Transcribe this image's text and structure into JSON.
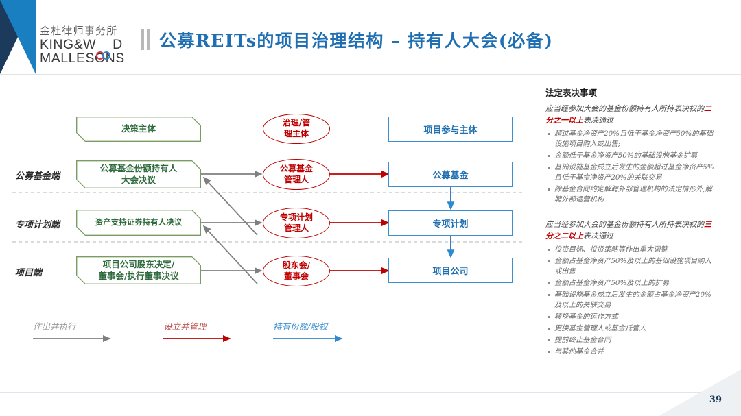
{
  "brand": {
    "cn_name": "金杜律师事务所",
    "en_line1_a": "KING&W",
    "en_line1_b": "D",
    "en_line2": "MALLESONS"
  },
  "header": {
    "title": "公募REITs的项目治理结构 – 持有人大会(必备)",
    "title_color": "#1f6fb2"
  },
  "diagram": {
    "column_headers": {
      "decision": "决策主体",
      "governance": "治理/管\n理主体",
      "participant": "项目参与主体"
    },
    "row_labels": [
      "公募基金端",
      "专项计划端",
      "项目端"
    ],
    "green_boxes": [
      "公募基金份额持有人\n大会决议",
      "资产支持证券持有人决议",
      "项目公司股东决定/\n董事会/执行董事决议"
    ],
    "ellipses": [
      "公募基金\n管理人",
      "专项计划\n管理人",
      "股东会/\n董事会"
    ],
    "blue_boxes": [
      "公募基金",
      "专项计划",
      "项目公司"
    ],
    "legend": [
      {
        "label": "作出并执行",
        "color": "#7f7f7f"
      },
      {
        "label": "设立并管理",
        "color": "#c00000"
      },
      {
        "label": "持有份额/股权",
        "color": "#2e8ad0"
      }
    ]
  },
  "panel": {
    "heading": "法定表决事项",
    "section1": {
      "lead_pre": "应当经参加大会的基金份额持有人所持表决权的",
      "lead_hl": "二分之一以上",
      "lead_post": "表决通过",
      "items": [
        "超过基金净资产20%且低于基金净资产50%的基础设施项目购入或出售;",
        "金额低于基金净资产50%的基础设施基金扩募",
        "基础设施基金成立后发生的金额超过基金净资产5% 且低于基金净资产20%的关联交易",
        "除基金合同约定解聘外部管理机构的法定情形外,解聘外部运营机构"
      ]
    },
    "section2": {
      "lead_pre": "应当经参加大会的基金份额持有人所持表决权的",
      "lead_hl": "三分之二以上",
      "lead_post": "表决通过",
      "items": [
        "投资目标、投资策略等作出重大调整",
        "金额占基金净资产50%及以上的基础设施项目购入或出售",
        "金额占基金净资产50%及以上的扩募",
        "基础设施基金成立后发生的金额占基金净资产20% 及以上的关联交易",
        "转换基金的运作方式",
        "更换基金管理人或基金托管人",
        "提前终止基金合同",
        "与其他基金合并"
      ]
    }
  },
  "footer": {
    "page_number": "39"
  }
}
